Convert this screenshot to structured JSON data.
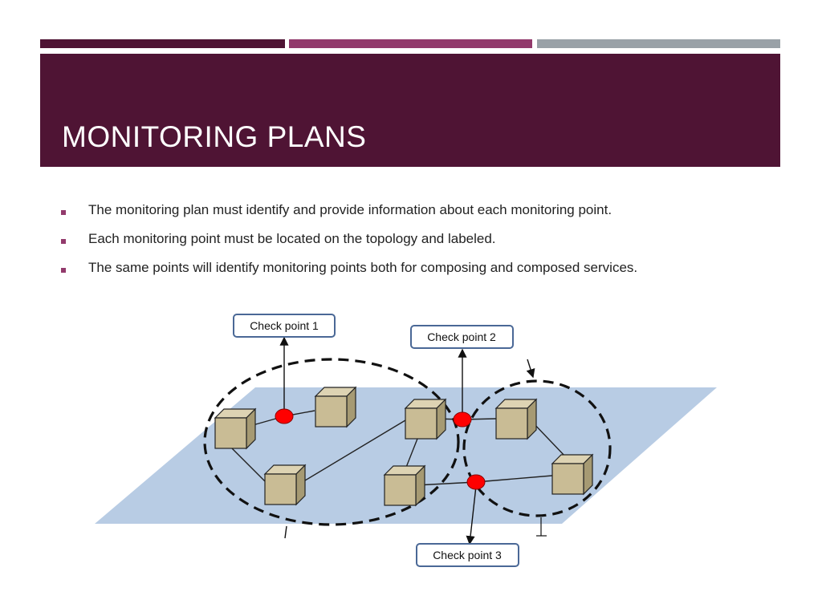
{
  "colors": {
    "stripe_1": "#4f1434",
    "stripe_2": "#923a6c",
    "stripe_3": "#99a1a7",
    "title_bar": "#4f1434",
    "bullet": "#923a6c",
    "plane": "#b8cce4",
    "node_fill": "#c9bc95",
    "node_top": "#ddd3b3",
    "node_side": "#a69a73",
    "check_dot": "#ff0000",
    "callout_border": "#4a6896"
  },
  "slide": {
    "title": "MONITORING PLANS",
    "bullets": [
      "The monitoring plan must identify and provide information about each monitoring point.",
      "Each monitoring point must be located on the topology and labeled.",
      "The same points will identify monitoring points both for composing and composed services."
    ]
  },
  "diagram": {
    "callouts": [
      {
        "label": "Check point 1"
      },
      {
        "label": "Check point 2"
      },
      {
        "label": "Check point 3"
      }
    ]
  }
}
